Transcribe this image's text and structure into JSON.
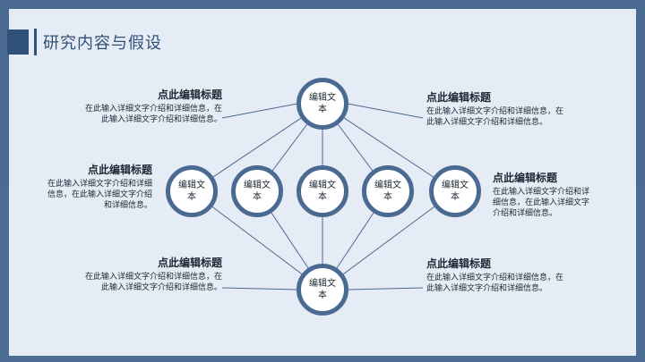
{
  "title": "研究内容与假设",
  "nodes": {
    "top": "编辑文本",
    "mid1": "编辑文本",
    "mid2": "编辑文本",
    "mid3": "编辑文本",
    "mid4": "编辑文本",
    "mid5": "编辑文本",
    "bottom": "编辑文本"
  },
  "blocks": {
    "top_left": {
      "heading": "点此编辑标题",
      "line1": "在此输入详细文字介绍和详细信息，在",
      "line2": "此输入详细文字介绍和详细信息。"
    },
    "mid_left": {
      "heading": "点此编辑标题",
      "line1": "在此输入详细文字介绍和详细",
      "line2": "信息，在此输入详细文字介绍",
      "line3": "和详细信息。"
    },
    "bottom_left": {
      "heading": "点此编辑标题",
      "line1": "在此输入详细文字介绍和详细信息，在",
      "line2": "此输入详细文字介绍和详细信息。"
    },
    "top_right": {
      "heading": "点此编辑标题",
      "line1": "在此输入详细文字介绍和详细信息，在",
      "line2": "此输入详细文字介绍和详细信息。"
    },
    "mid_right": {
      "heading": "点此编辑标题",
      "line1": "在此输入详细文字介绍和详",
      "line2": "细信息，在此输入详细文字",
      "line3": "介绍和详细信息。"
    },
    "bottom_right": {
      "heading": "点此编辑标题",
      "line1": "在此输入详细文字介绍和详细信息，在",
      "line2": "此输入详细文字介绍和详细信息。"
    }
  },
  "colors": {
    "primary": "#2f5077",
    "ring": "#4a6a92",
    "background": "#e6ecf6"
  }
}
